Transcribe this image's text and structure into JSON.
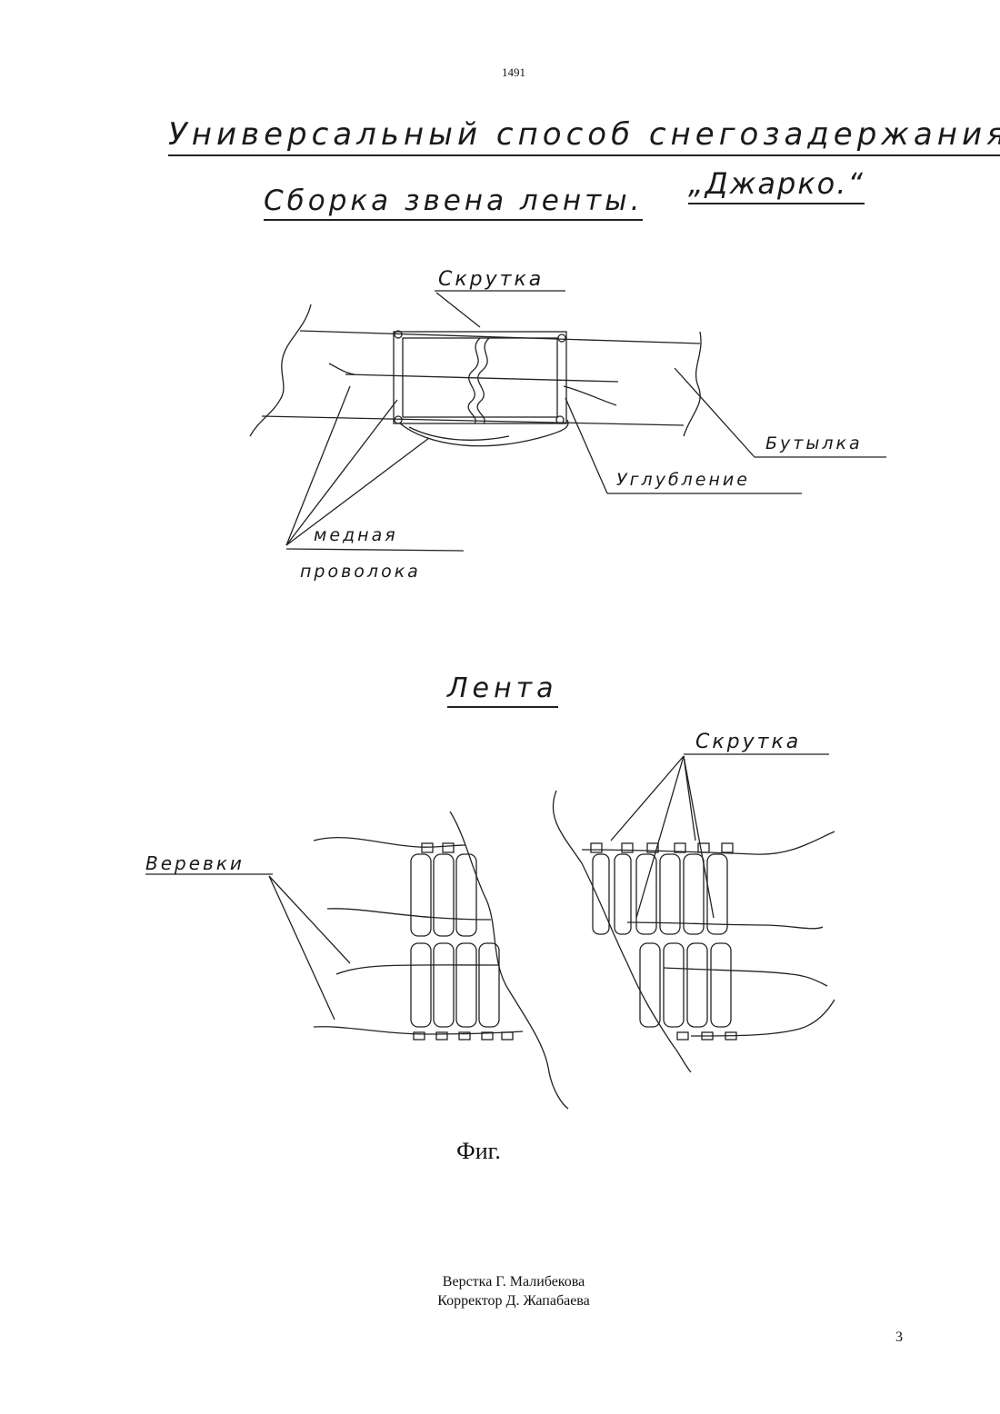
{
  "header": {
    "page_number": "1491"
  },
  "title": {
    "line1": "Универсальный способ снегозадержания",
    "line2": "„Джарко.“"
  },
  "assembly": {
    "subtitle": "Сборка звена ленты.",
    "labels": {
      "twist": "Скрутка",
      "bottle": "Бутылка",
      "groove": "Углубление",
      "copper_line1": "медная",
      "copper_line2": "проволока"
    }
  },
  "tape": {
    "title": "Лента",
    "labels": {
      "twist": "Скрутка",
      "ropes": "Веревки"
    }
  },
  "figure": {
    "caption": "Фиг."
  },
  "footer": {
    "credits": [
      "Верстка Г. Малибекова",
      "Корректор Д. Жапабаева"
    ],
    "page_number": "3"
  }
}
